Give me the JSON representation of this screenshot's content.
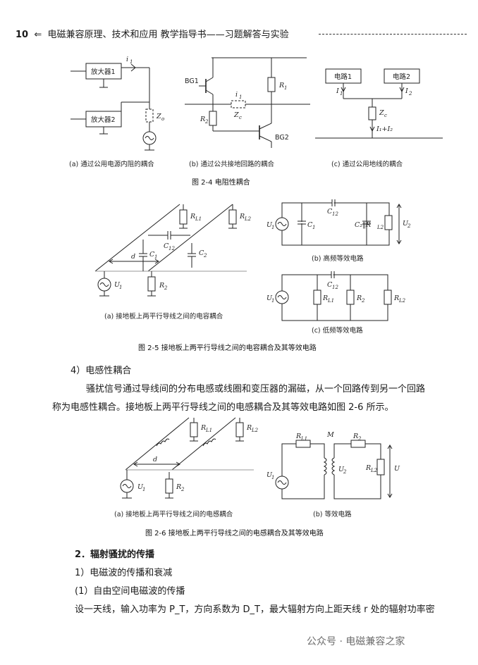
{
  "header": {
    "page_number": "10",
    "title": "电磁兼容原理、技术和应用  教学指导书——习题解答与实验"
  },
  "fig24": {
    "a": {
      "amp1": "放大器1",
      "amp2": "放大器2",
      "i1": "i",
      "i1_sub": "1",
      "zo": "Z",
      "zo_sub": "o",
      "caption": "(a) 通过公用电源内阻的耦合"
    },
    "b": {
      "bg1": "BG1",
      "bg2": "BG2",
      "r1": "R",
      "r1_sub": "1",
      "r2": "R",
      "r2_sub": "2",
      "i1": "i",
      "i1_sub": "1",
      "zc": "Z",
      "zc_sub": "c",
      "caption": "(b) 通过公共接地回路的耦合"
    },
    "c": {
      "c1": "电路1",
      "c2": "电路2",
      "I1": "I",
      "I1_sub": "1",
      "I2": "I",
      "I2_sub": "2",
      "zc": "Z",
      "zc_sub": "c",
      "sum": "I₁+I₂",
      "caption": "(c) 通过公用地线的耦合"
    },
    "title": "图 2-4    电阻性耦合"
  },
  "fig25": {
    "a": {
      "rl1": "R",
      "rl1_sub": "L1",
      "rl2": "R",
      "rl2_sub": "L2",
      "c12": "C",
      "c12_sub": "12",
      "c1": "C",
      "c1_sub": "1",
      "c2": "C",
      "c2_sub": "2",
      "d": "d",
      "u1": "U",
      "u1_sub": "1",
      "r2": "R",
      "r2_sub": "2",
      "caption": "(a) 接地板上两平行导线之间的电容耦合"
    },
    "b": {
      "c12": "C",
      "c12_sub": "12",
      "u1": "U",
      "u1_sub": "1",
      "c1": "C",
      "c1_sub": "1",
      "c2rl2": "C₂‖R",
      "rl2_sub": "L2",
      "u2": "U",
      "u2_sub": "2",
      "caption": "(b) 高频等效电路"
    },
    "c": {
      "c12": "C",
      "c12_sub": "12",
      "u1": "U",
      "u1_sub": "1",
      "rl1": "R",
      "rl1_sub": "L1",
      "r2": "R",
      "r2_sub": "2",
      "rl2": "R",
      "rl2_sub": "L2",
      "caption": "(c) 低频等效电路"
    },
    "title": "图 2-5    接地板上两平行导线之间的电容耦合及其等效电路"
  },
  "body1": {
    "heading": "4）电感性耦合",
    "line1": "骚扰信号通过导线间的分布电感或线圈和变压器的漏磁，从一个回路传到另一个回路",
    "line2": "称为电感性耦合。接地板上两平行导线之间的电感耦合及其等效电路如图 2-6 所示。"
  },
  "fig26": {
    "a": {
      "rl1": "R",
      "rl1_sub": "L1",
      "rl2": "R",
      "rl2_sub": "L2",
      "d": "d",
      "u1": "U",
      "u1_sub": "1",
      "r2": "R",
      "r2_sub": "2",
      "caption": "(a) 接地板上两平行导线之间的电感耦合"
    },
    "b": {
      "rl1": "R",
      "rl1_sub": "L1",
      "m": "M",
      "r2": "R",
      "r2_sub": "2",
      "u1": "U",
      "u1_sub": "1",
      "u2": "U",
      "u2_sub": "2",
      "rl2": "R",
      "rl2_sub": "L2",
      "u": "U",
      "caption": "(b) 等效电路"
    },
    "title": "图 2-6    接地板上两平行导线之间的电感耦合及其等效电路"
  },
  "body2": {
    "h1": "2．辐射骚扰的传播",
    "h2": "1）电磁波的传播和衰减",
    "h3": "(1）自由空间电磁波的传播",
    "line": "设一天线，输入功率为 P_T，方向系数为 D_T，最大辐射方向上距天线 r 处的辐射功率密"
  },
  "watermark": "公众号 · 电磁兼容之家"
}
